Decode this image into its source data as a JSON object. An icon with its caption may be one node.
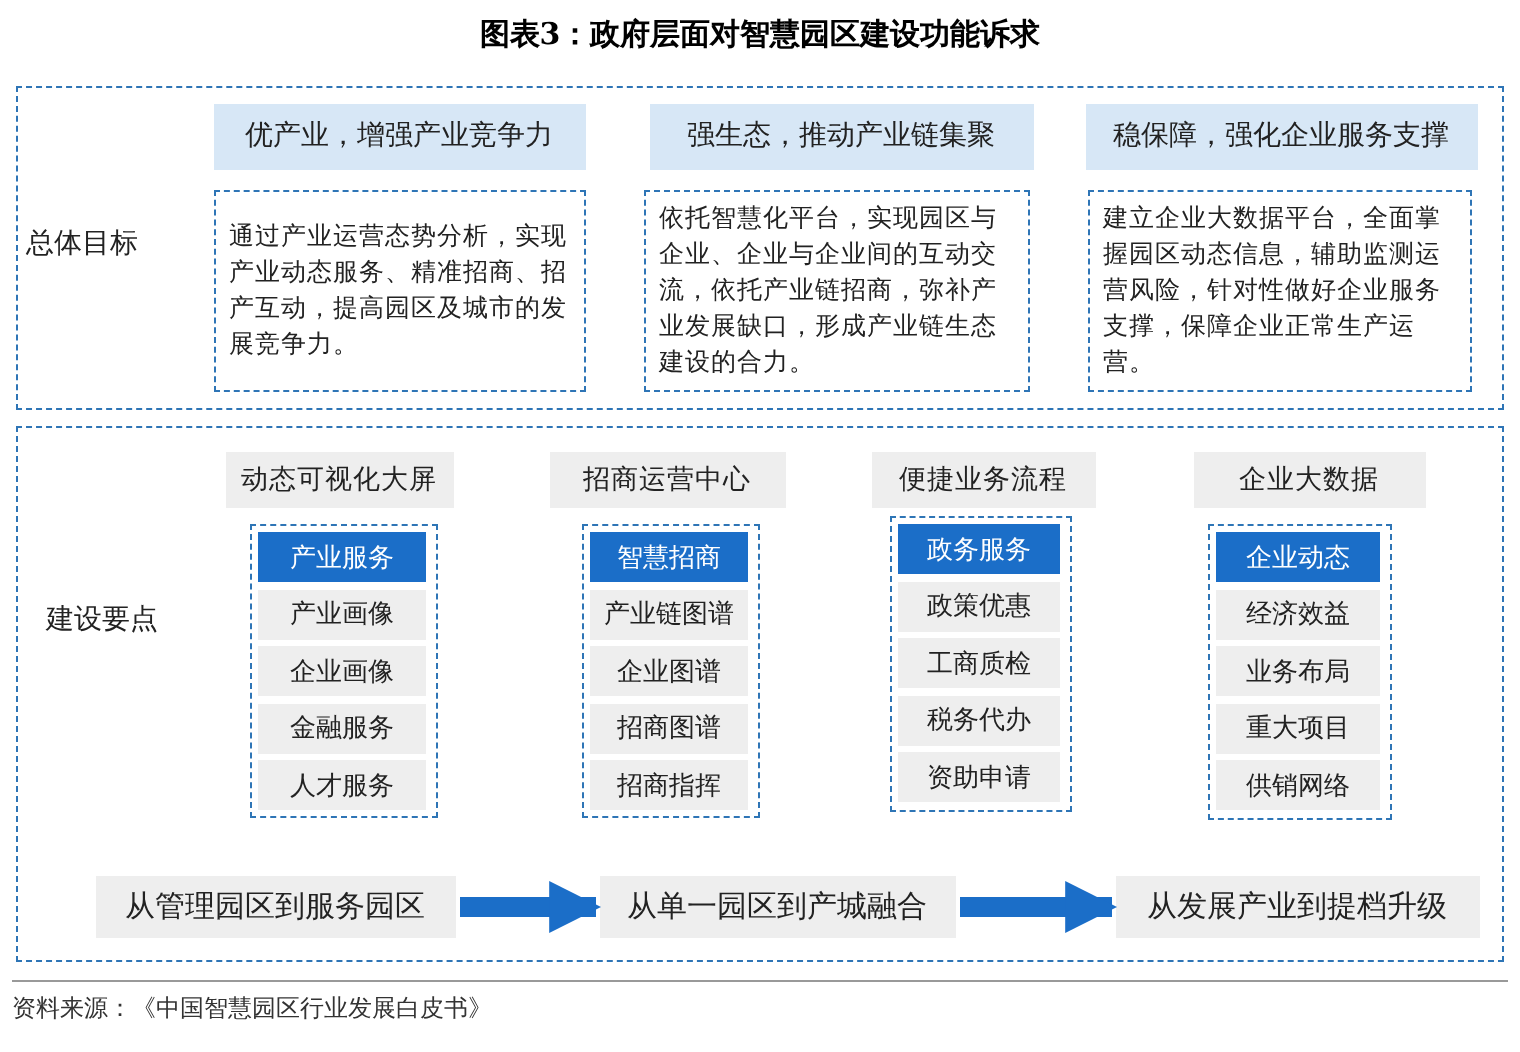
{
  "diagram": {
    "title": "图表3：政府层面对智慧园区建设功能诉求",
    "caption": "资料来源：《中国智慧园区行业发展白皮书》",
    "nodes": [
      {
        "text": [
          "总体目标"
        ]
      },
      {
        "text": [
          "优产业，增强产业竞争力"
        ],
        "in": 0
      },
      {
        "text": [
          "强生态，推动产业链集聚"
        ],
        "in": 0
      },
      {
        "text": [
          "稳保障，强化企业服务支撑"
        ],
        "in": 0
      },
      {
        "text": [
          "通过产业运营态势分析，实现产业动态服务、精准招商、招产互动，提高园区及城市的发展竞争力。"
        ],
        "in": 0
      },
      {
        "text": [
          "依托智慧化平台，实现园区与企业、企业与企业间的互动交流，依托产业链招商，弥补产业发展缺口，形成产业链生态建设的合力。"
        ],
        "in": 0
      },
      {
        "text": [
          "建立企业大数据平台，全面掌握园区动态信息，辅助监测运营风险，针对性做好企业服务支撑，保障企业正常生产运营。"
        ],
        "in": 0
      },
      {
        "text": [
          "建设要点"
        ]
      },
      {
        "text": [
          "动态可视化大屏"
        ],
        "in": 7
      },
      {
        "text": [
          "招商运营中心"
        ],
        "in": 7
      },
      {
        "text": [
          "便捷业务流程"
        ],
        "in": 7
      },
      {
        "text": [
          "企业大数据"
        ],
        "in": 7
      },
      {
        "text": [],
        "shape": "box",
        "in": 7
      },
      {
        "text": [],
        "shape": "box",
        "in": 7
      },
      {
        "text": [],
        "shape": "box",
        "in": 7
      },
      {
        "text": [],
        "shape": "box",
        "in": 7
      },
      {
        "text": [
          "产业服务"
        ],
        "in": 12
      },
      {
        "text": [
          "产业画像"
        ],
        "in": 12
      },
      {
        "text": [
          "企业画像"
        ],
        "in": 12
      },
      {
        "text": [
          "金融服务"
        ],
        "in": 12
      },
      {
        "text": [
          "人才服务"
        ],
        "in": 12
      },
      {
        "text": [
          "智慧招商"
        ],
        "in": 13
      },
      {
        "text": [
          "产业链图谱"
        ],
        "in": 13
      },
      {
        "text": [
          "企业图谱"
        ],
        "in": 13
      },
      {
        "text": [
          "招商图谱"
        ],
        "in": 13
      },
      {
        "text": [
          "招商指挥"
        ],
        "in": 13
      },
      {
        "text": [
          "政务服务"
        ],
        "in": 14
      },
      {
        "text": [
          "政策优惠"
        ],
        "in": 14
      },
      {
        "text": [
          "工商质检"
        ],
        "in": 14
      },
      {
        "text": [
          "税务代办"
        ],
        "in": 14
      },
      {
        "text": [
          "资助申请"
        ],
        "in": 14
      },
      {
        "text": [
          "企业动态"
        ],
        "in": 15
      },
      {
        "text": [
          "经济效益"
        ],
        "in": 15
      },
      {
        "text": [
          "业务布局"
        ],
        "in": 15
      },
      {
        "text": [
          "重大项目"
        ],
        "in": 15
      },
      {
        "text": [
          "供销网络"
        ],
        "in": 15
      },
      {
        "text": [
          "从管理园区到服务园区"
        ],
        "in": 7
      },
      {
        "text": [
          "从单一园区到产城融合"
        ],
        "in": 7
      },
      {
        "text": [
          "从发展产业到提档升级"
        ],
        "in": 7
      }
    ],
    "edges": [
      {
        "from": 36,
        "to": 37,
        "arrow": "to"
      },
      {
        "from": 37,
        "to": 38,
        "arrow": "to"
      }
    ]
  }
}
